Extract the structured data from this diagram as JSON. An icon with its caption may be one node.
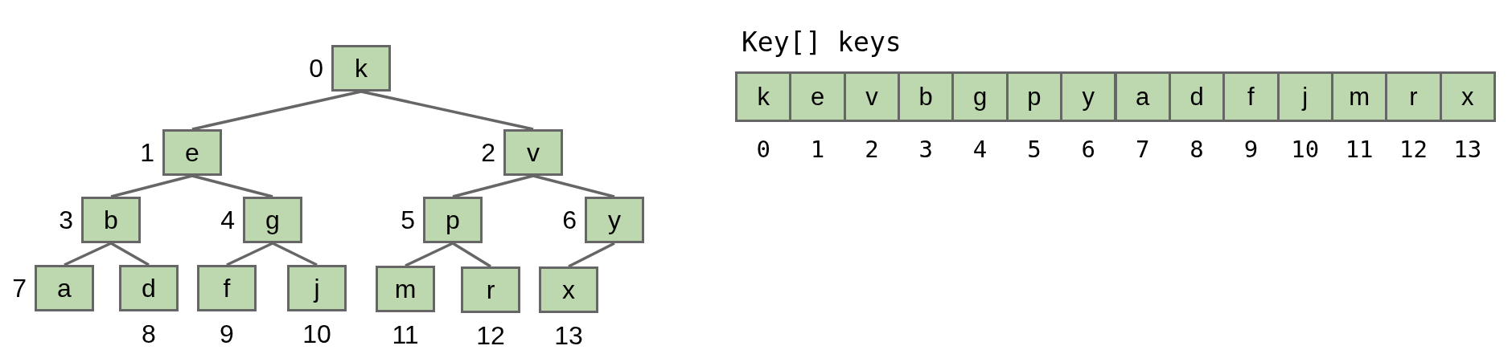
{
  "diagram": {
    "nodes": [
      {
        "text": [
          "k"
        ],
        "beside": [
          "0"
        ]
      },
      {
        "text": [
          "e"
        ],
        "beside": [
          "1"
        ]
      },
      {
        "text": [
          "v"
        ],
        "beside": [
          "2"
        ]
      },
      {
        "text": [
          "b"
        ],
        "beside": [
          "3"
        ]
      },
      {
        "text": [
          "g"
        ],
        "beside": [
          "4"
        ]
      },
      {
        "text": [
          "p"
        ],
        "beside": [
          "5"
        ]
      },
      {
        "text": [
          "y"
        ],
        "beside": [
          "6"
        ]
      },
      {
        "text": [
          "a"
        ],
        "beside": [
          "7"
        ]
      },
      {
        "text": [
          "d"
        ],
        "beside": [
          "8"
        ]
      },
      {
        "text": [
          "f"
        ],
        "beside": [
          "9"
        ]
      },
      {
        "text": [
          "j"
        ],
        "beside": [
          "10"
        ]
      },
      {
        "text": [
          "m"
        ],
        "beside": [
          "11"
        ]
      },
      {
        "text": [
          "r"
        ],
        "beside": [
          "12"
        ]
      },
      {
        "text": [
          "x"
        ],
        "beside": [
          "13"
        ]
      },
      {
        "text": [
          "k"
        ],
        "beside": [
          "0"
        ]
      },
      {
        "text": [
          "e"
        ],
        "beside": [
          "1"
        ]
      },
      {
        "text": [
          "v"
        ],
        "beside": [
          "2"
        ]
      },
      {
        "text": [
          "b"
        ],
        "beside": [
          "3"
        ]
      },
      {
        "text": [
          "g"
        ],
        "beside": [
          "4"
        ]
      },
      {
        "text": [
          "p"
        ],
        "beside": [
          "5"
        ]
      },
      {
        "text": [
          "y"
        ],
        "beside": [
          "6"
        ]
      },
      {
        "text": [
          "a"
        ],
        "beside": [
          "7"
        ]
      },
      {
        "text": [
          "d"
        ],
        "beside": [
          "8"
        ]
      },
      {
        "text": [
          "f"
        ],
        "beside": [
          "9"
        ]
      },
      {
        "text": [
          "j"
        ],
        "beside": [
          "10"
        ]
      },
      {
        "text": [
          "m"
        ],
        "beside": [
          "11"
        ]
      },
      {
        "text": [
          "r"
        ],
        "beside": [
          "12"
        ]
      },
      {
        "text": [
          "x"
        ],
        "beside": [
          "13"
        ]
      }
    ],
    "edges": [
      {
        "from": 0,
        "to": 1,
        "arrow": "none"
      },
      {
        "from": 0,
        "to": 2,
        "arrow": "none"
      },
      {
        "from": 1,
        "to": 3,
        "arrow": "none"
      },
      {
        "from": 1,
        "to": 4,
        "arrow": "none"
      },
      {
        "from": 2,
        "to": 5,
        "arrow": "none"
      },
      {
        "from": 2,
        "to": 6,
        "arrow": "none"
      },
      {
        "from": 3,
        "to": 7,
        "arrow": "none"
      },
      {
        "from": 3,
        "to": 8,
        "arrow": "none"
      },
      {
        "from": 4,
        "to": 9,
        "arrow": "none"
      },
      {
        "from": 4,
        "to": 10,
        "arrow": "none"
      },
      {
        "from": 5,
        "to": 11,
        "arrow": "none"
      },
      {
        "from": 5,
        "to": 12,
        "arrow": "none"
      },
      {
        "from": 6,
        "to": 13,
        "arrow": "none"
      }
    ],
    "labels": [
      "Key[] keys"
    ]
  }
}
